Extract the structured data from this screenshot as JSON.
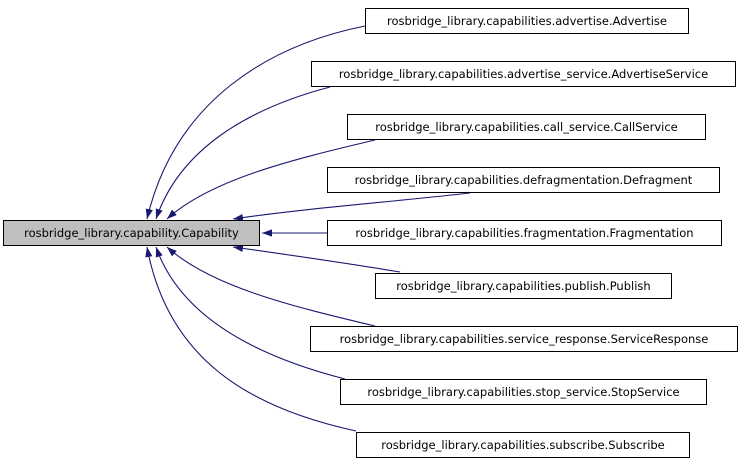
{
  "diagram": {
    "base_class": {
      "label": "rosbridge_library.capability.Capability"
    },
    "derived_classes": [
      {
        "label": "rosbridge_library.capabilities.advertise.Advertise"
      },
      {
        "label": "rosbridge_library.capabilities.advertise_service.AdvertiseService"
      },
      {
        "label": "rosbridge_library.capabilities.call_service.CallService"
      },
      {
        "label": "rosbridge_library.capabilities.defragmentation.Defragment"
      },
      {
        "label": "rosbridge_library.capabilities.fragmentation.Fragmentation"
      },
      {
        "label": "rosbridge_library.capabilities.publish.Publish"
      },
      {
        "label": "rosbridge_library.capabilities.service_response.ServiceResponse"
      },
      {
        "label": "rosbridge_library.capabilities.stop_service.StopService"
      },
      {
        "label": "rosbridge_library.capabilities.subscribe.Subscribe"
      }
    ],
    "colors": {
      "arrow": "#191970",
      "base_box_fill": "#bfbfbf",
      "derived_box_fill": "#ffffff",
      "box_border": "#000000",
      "background": "#ffffff",
      "text": "#000000"
    }
  }
}
